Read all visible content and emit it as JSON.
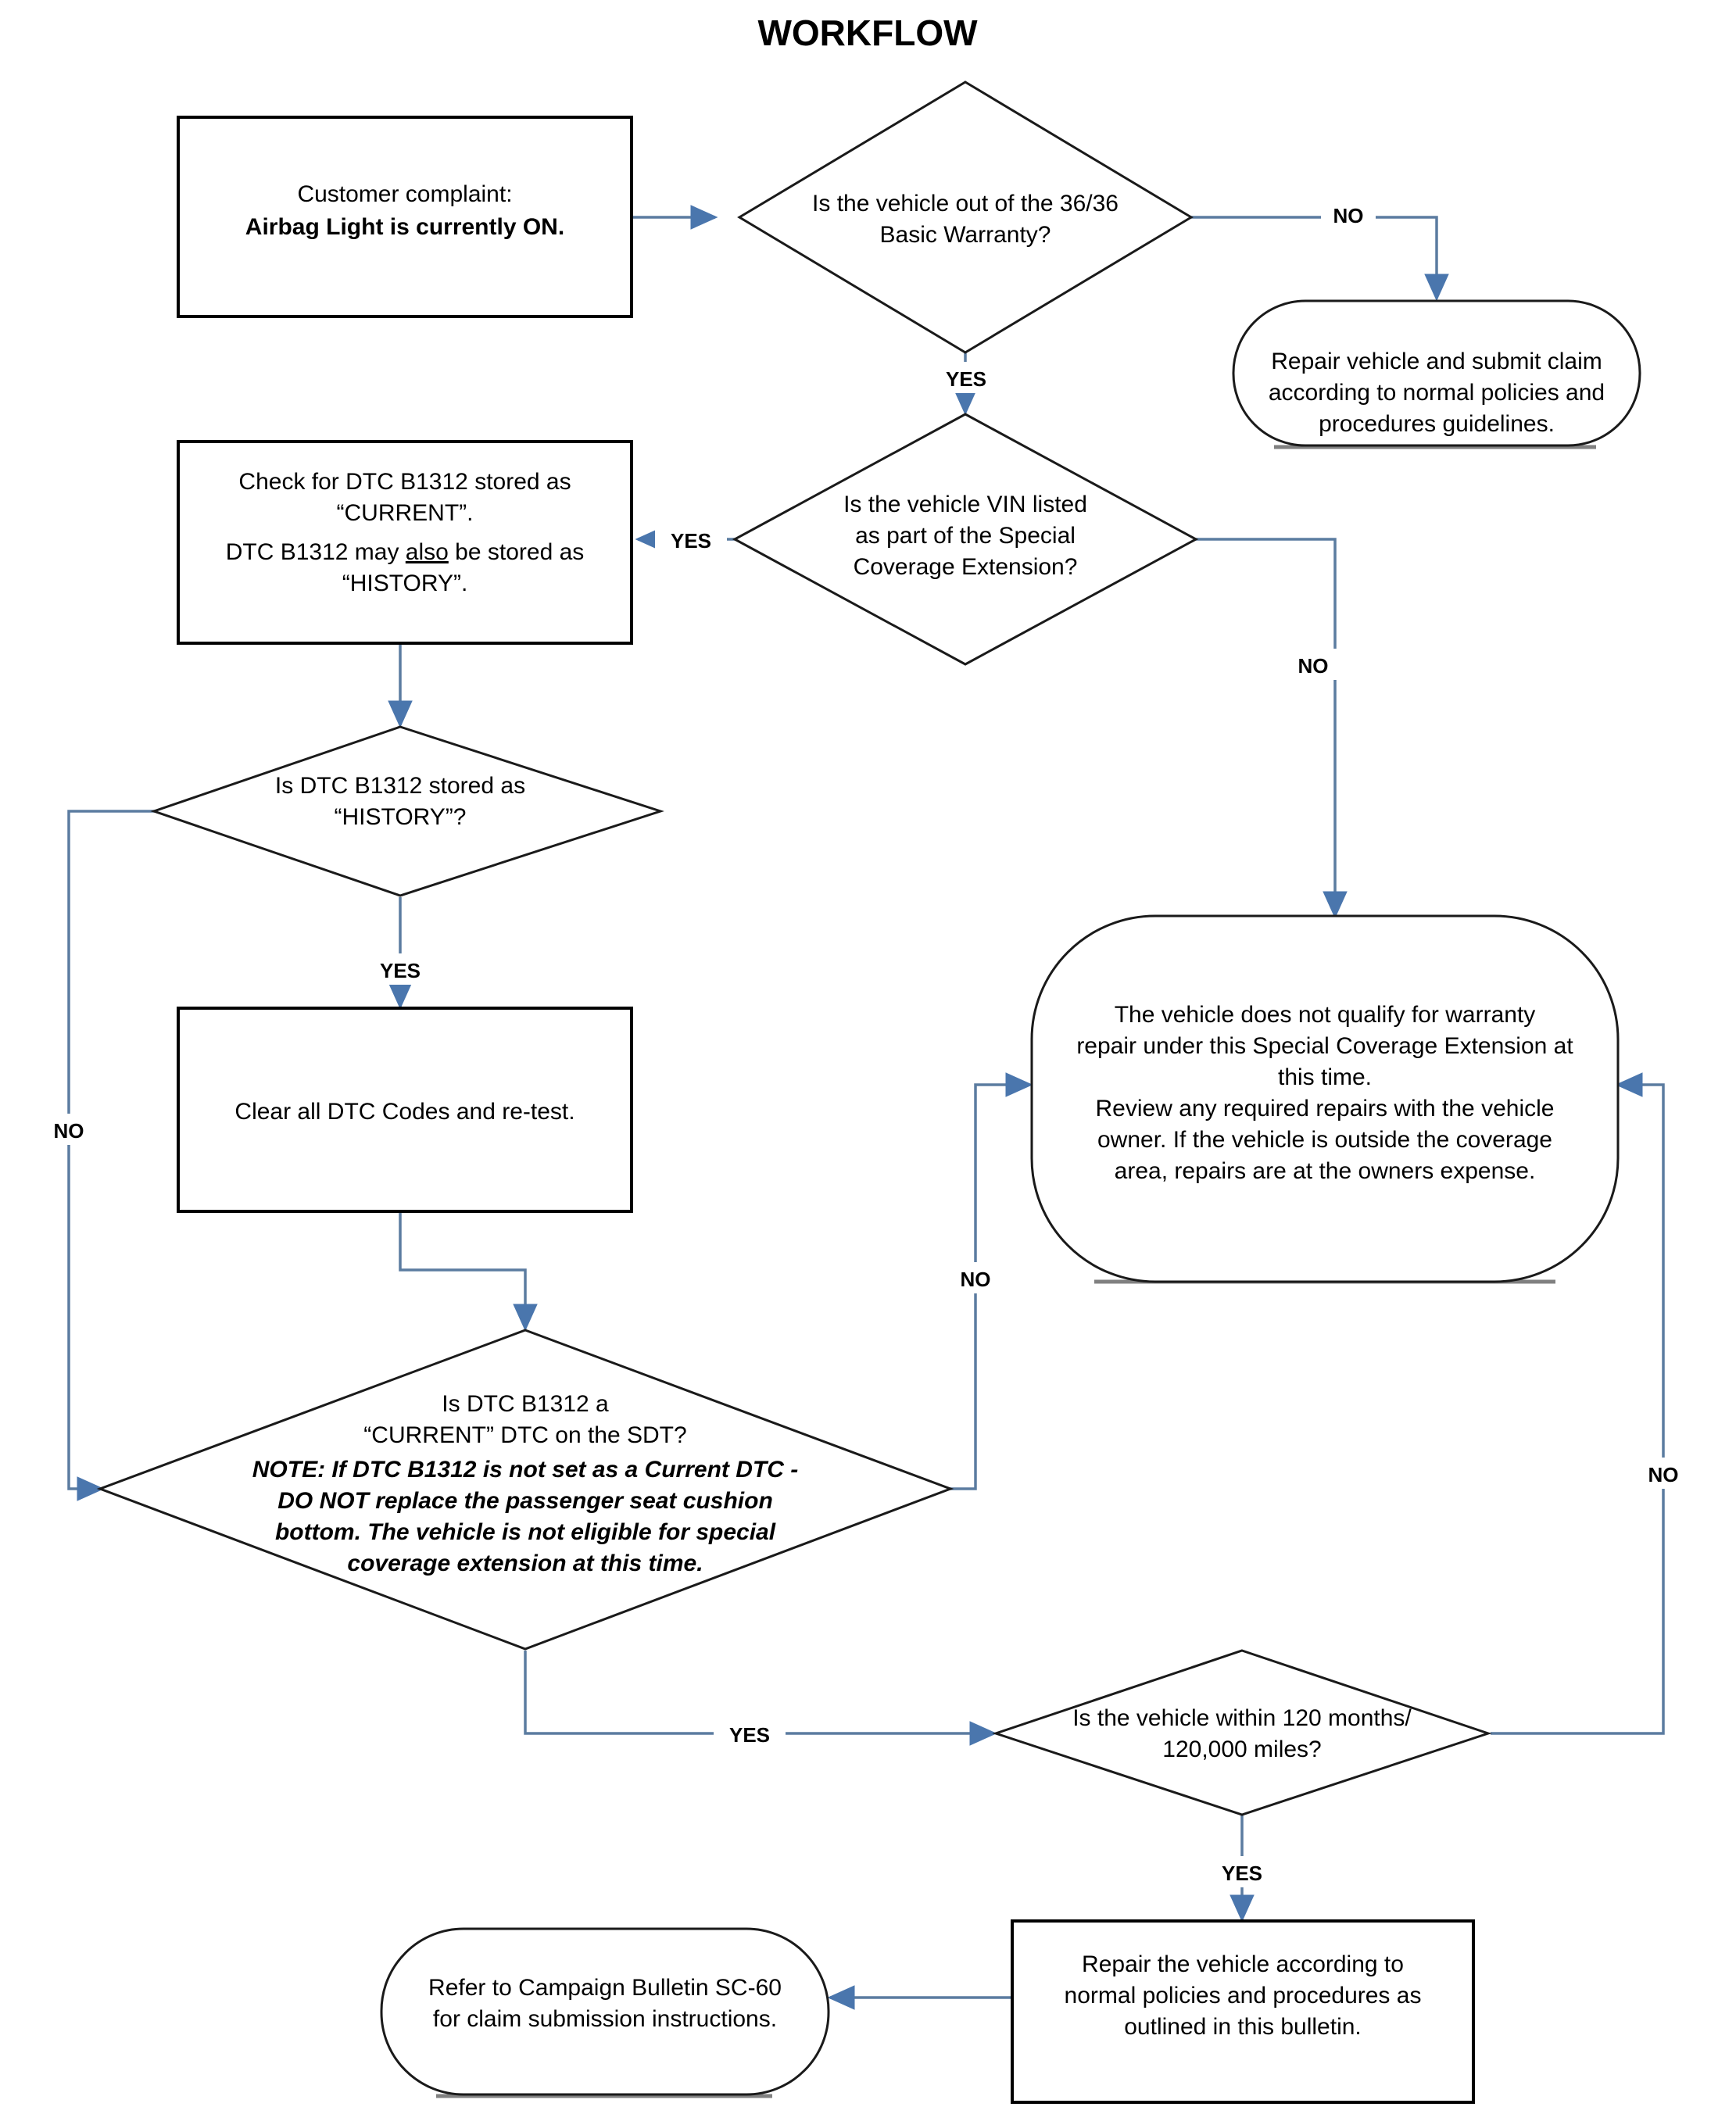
{
  "title": "WORKFLOW",
  "colors": {
    "edge": "#5b7ca0",
    "node_border": "#000000",
    "text": "#000000",
    "background": "#ffffff"
  },
  "nodes": {
    "start_complaint": {
      "shape": "process",
      "line1": "Customer complaint:",
      "line2": "Airbag Light is currently ON."
    },
    "d_basic_warranty": {
      "shape": "decision",
      "line1": "Is the vehicle out of the 36/36",
      "line2": "Basic Warranty?"
    },
    "t_repair_normal": {
      "shape": "terminator",
      "line1": "Repair vehicle and submit claim",
      "line2": "according to normal policies and",
      "line3": "procedures guidelines."
    },
    "p_check_dtc": {
      "shape": "process",
      "line1": "Check for DTC B1312 stored as",
      "line2": "“CURRENT”.",
      "line3_pre": "DTC B1312 may ",
      "line3_ul": "also",
      "line3_post": " be stored as",
      "line4": "“HISTORY”."
    },
    "d_vin_listed": {
      "shape": "decision",
      "line1": "Is the vehicle VIN listed",
      "line2": "as part of the Special",
      "line3": "Coverage Extension?"
    },
    "d_dtc_history": {
      "shape": "decision",
      "line1": "Is DTC B1312 stored as",
      "line2": "“HISTORY”?"
    },
    "p_clear_codes": {
      "shape": "process",
      "line1": "Clear all DTC Codes and re-test."
    },
    "t_not_qualify": {
      "shape": "terminator",
      "line1": "The vehicle does not qualify for warranty",
      "line2": "repair under this Special Coverage Extension at",
      "line3": "this time.",
      "line4": "Review any required repairs with the vehicle",
      "line5": "owner. If the vehicle is outside the coverage",
      "line6": "area, repairs are at the owners expense."
    },
    "d_dtc_current": {
      "shape": "decision",
      "line1": "Is DTC B1312 a",
      "line2": "“CURRENT” DTC on the SDT?",
      "note1": "NOTE: If DTC B1312 is not set as a Current DTC -",
      "note2": "DO NOT replace the passenger seat cushion",
      "note3": "bottom. The vehicle is not eligible for special",
      "note4": "coverage extension at this time."
    },
    "d_within_120": {
      "shape": "decision",
      "line1": "Is the vehicle within 120 months/",
      "line2": "120,000 miles?"
    },
    "p_repair_bulletin": {
      "shape": "process",
      "line1": "Repair the vehicle according to",
      "line2": "normal policies and procedures as",
      "line3": "outlined in this bulletin."
    },
    "t_refer_campaign": {
      "shape": "terminator",
      "line1": "Refer to Campaign Bulletin SC-60",
      "line2": "for claim submission instructions."
    }
  },
  "edge_labels": {
    "warranty_no": "NO",
    "warranty_yes": "YES",
    "vin_yes": "YES",
    "vin_no": "NO",
    "history_yes": "YES",
    "history_no": "NO",
    "current_no": "NO",
    "current_yes": "YES",
    "within_no": "NO",
    "within_yes": "YES"
  }
}
